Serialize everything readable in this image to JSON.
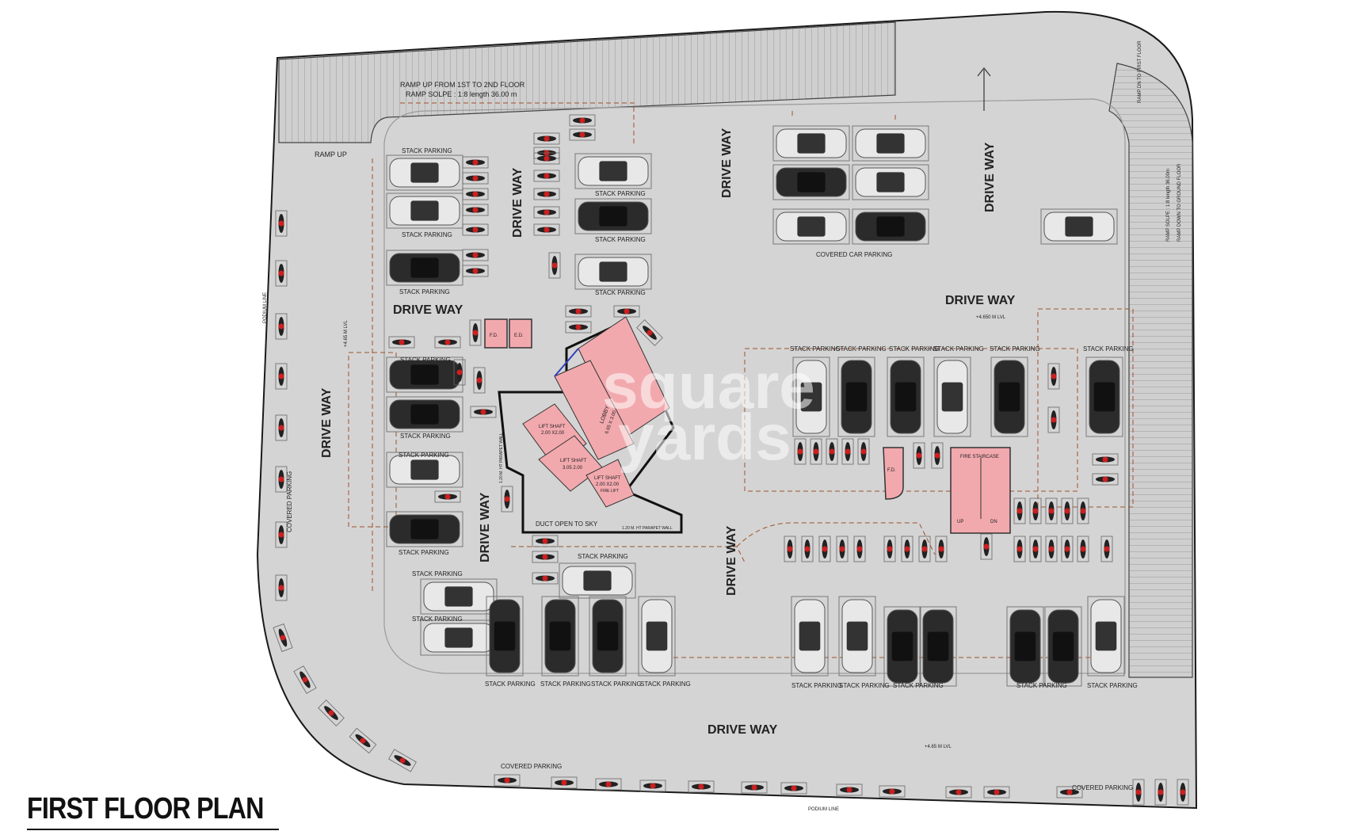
{
  "title": "FIRST FLOOR PLAN",
  "watermark": {
    "line1": "square",
    "line2": "yards"
  },
  "labels": {
    "drive_way": "DRIVE WAY",
    "stack_parking": "STACK PARKING",
    "covered_parking": "COVERED PARKING",
    "covered_car_parking": "COVERED CAR PARKING",
    "ramp_up": "RAMP UP",
    "ramp_note_1": "RAMP UP  FROM 1ST TO 2ND FLOOR",
    "ramp_note_2": "RAMP SOLPE : 1:8 length 36.00 m",
    "ramp_right_1": "RAMP SOLPE : 1:8  length 36.00m",
    "ramp_right_2": "RAMP DOWN TO GROUND FLOOR",
    "ramp_right_top": "RAMP DN TO FIRST FLOOR",
    "podium_line": "PODIUM LINE",
    "level_1": "+4.65 M LVL",
    "level_2": "+4.650 M LVL",
    "level_3": "+4.65 M LVL",
    "level_4": "+4.65 M LVL",
    "fd": "F.D.",
    "ed": "E.D.",
    "lobby": "LOBBY",
    "lobby_dims": "6.65 X 3.00",
    "lift_1": "LIFT SHAFT",
    "lift_1_dims": "2.00 X2.00",
    "lift_2": "LIFT SHAFT",
    "lift_2_dims": "3.05 2.00",
    "lift_3": "LIFT SHAFT",
    "lift_3_dims": "2.00 X2.00",
    "fire_lift": "FIRE LIFT",
    "fire_staircase": "FIRE STAIRCASE",
    "up": "UP",
    "dn": "DN",
    "duct": "DUCT OPEN TO SKY",
    "parapet": "1.20 M. HT PARAPET WALL",
    "parapet_v": "1.20 M. HT PARAPET WALL"
  },
  "colors": {
    "floor": "#d3d3d3",
    "pink": "#f2a9ae",
    "outline": "#222222",
    "dash": "#a0522d",
    "red": "#cc1f1f"
  }
}
